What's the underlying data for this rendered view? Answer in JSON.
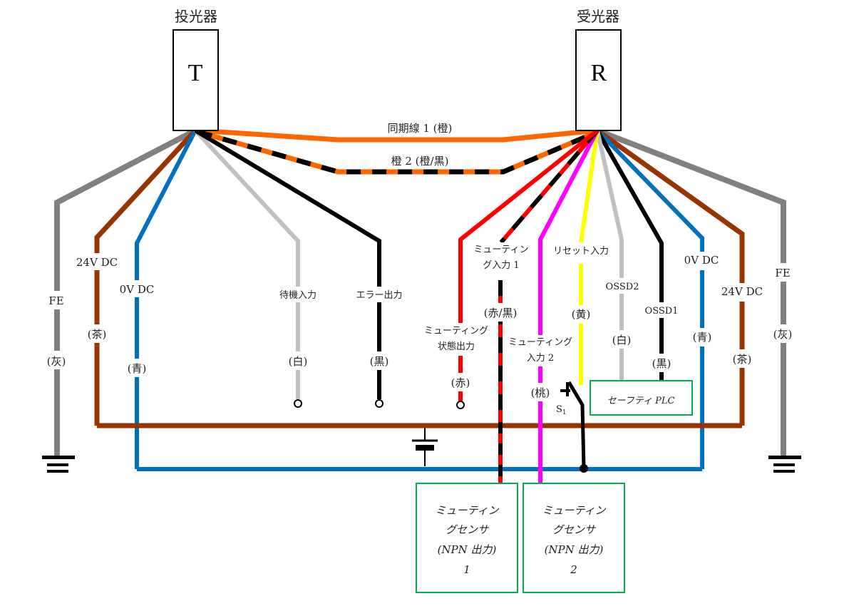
{
  "emitter": {
    "title": "投光器",
    "letter": "T"
  },
  "receiver": {
    "title": "受光器",
    "letter": "R"
  },
  "colors": {
    "orange": "#ff6600",
    "gray": "#808080",
    "brown": "#993300",
    "blue": "#0070c0",
    "lightgray": "#c0c0c0",
    "black": "#000000",
    "red": "#ff0000",
    "magenta": "#ff00ff",
    "yellow": "#ffff00",
    "green_box": "#00b050"
  },
  "sync_wires": {
    "sync1": "同期線 1 (橙)",
    "sync2": "橙 2 (橙/黒)"
  },
  "emitter_wires": {
    "fe": {
      "label": "FE",
      "color": "(灰)"
    },
    "v24": {
      "label": "24V DC",
      "color": "(茶)"
    },
    "v0": {
      "label": "0V DC",
      "color": "(青)"
    },
    "standby": {
      "label": "待機入力",
      "color": "(白)"
    },
    "error": {
      "label": "エラー出力",
      "color": "(黒)"
    }
  },
  "receiver_wires": {
    "muting_status": {
      "label1": "ミューティング",
      "label2": "状態出力",
      "color": "(赤)"
    },
    "muting_in1": {
      "label1": "ミューティン",
      "label2": "グ入力 1",
      "color": "(赤/黒)"
    },
    "muting_in2": {
      "label1": "ミューティング",
      "label2": "入力 2",
      "color": "(桃)"
    },
    "reset": {
      "label": "リセット入力",
      "color": "(黄)"
    },
    "ossd2": {
      "label": "OSSD2",
      "color": "(白)"
    },
    "ossd1": {
      "label": "OSSD1",
      "color": "(黒)"
    },
    "v0": {
      "label": "0V DC",
      "color": "(青)"
    },
    "v24": {
      "label": "24V DC",
      "color": "(茶)"
    },
    "fe": {
      "label": "FE",
      "color": "(灰)"
    }
  },
  "switch": {
    "label": "S",
    "sub": "1"
  },
  "safety_plc": {
    "label": "セーフティ PLC"
  },
  "sensors": [
    {
      "line1": "ミューティン",
      "line2": "グセンサ",
      "line3": "(NPN 出力)",
      "line4": "1"
    },
    {
      "line1": "ミューティン",
      "line2": "グセンサ",
      "line3": "(NPN 出力)",
      "line4": "2"
    }
  ]
}
